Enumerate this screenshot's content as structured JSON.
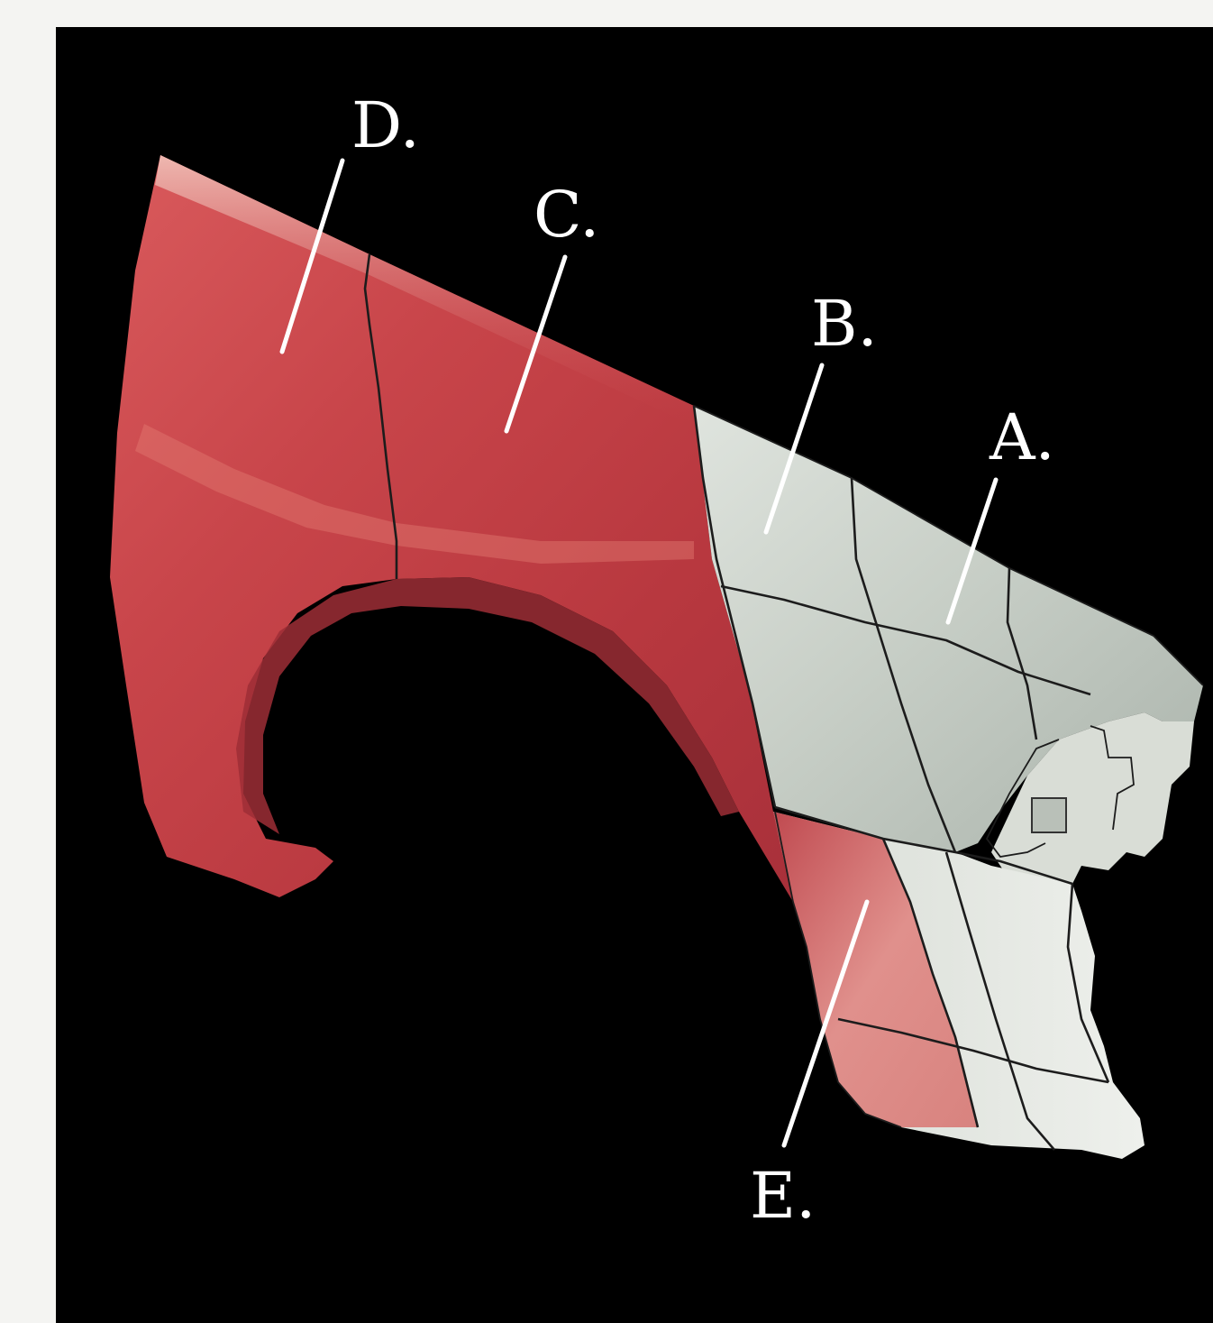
{
  "labels": {
    "a": "A.",
    "b": "B.",
    "c": "C.",
    "d": "D.",
    "e": "E."
  },
  "colors": {
    "background": "#000000",
    "page": "#f4f4f2",
    "red_panel": "#c8474a",
    "grey_panel": "#c9d0c9",
    "label": "#ffffff"
  }
}
